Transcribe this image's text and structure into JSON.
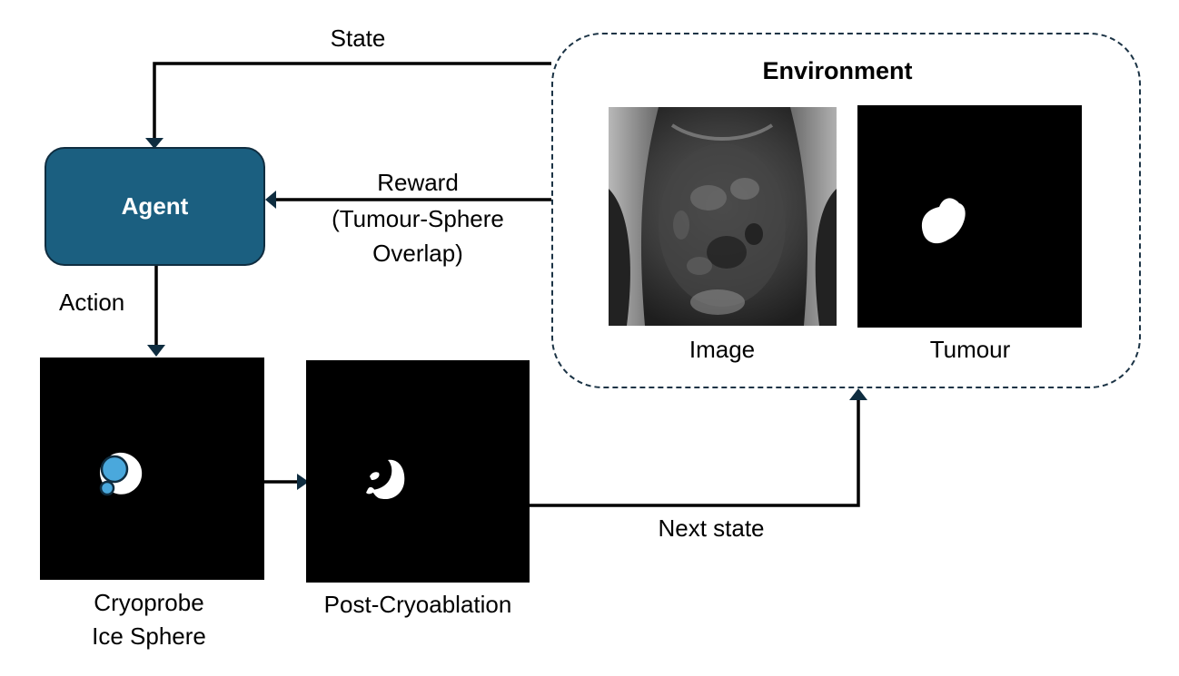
{
  "environment": {
    "title": "Environment",
    "image_label": "Image",
    "tumour_label": "Tumour"
  },
  "agent": {
    "label": "Agent"
  },
  "arrows": {
    "state": "State",
    "reward_line1": "Reward",
    "reward_line2": "(Tumour-Sphere",
    "reward_line3": "Overlap)",
    "action": "Action",
    "next_state": "Next state"
  },
  "panels": {
    "ice_sphere_line1": "Cryoprobe",
    "ice_sphere_line2": "Ice Sphere",
    "post_cryo": "Post-Cryoablation"
  },
  "colors": {
    "agent_fill": "#1b5f80",
    "arrow": "#0f2d40",
    "env_border": "#1b3345",
    "ice_sphere": "#4aa8dc"
  }
}
